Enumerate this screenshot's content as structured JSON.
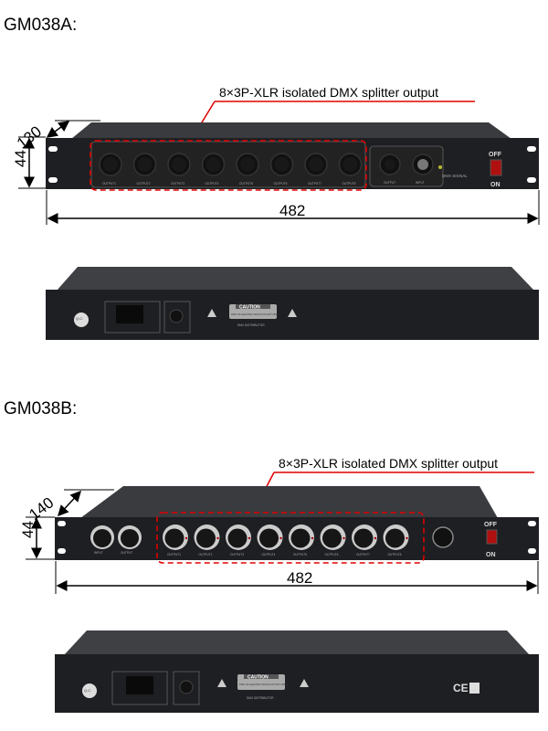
{
  "models": [
    {
      "title": "GM038A:",
      "annotation": "8×3P-XLR isolated DMX splitter output",
      "depth": "130",
      "height": "44",
      "width": "482",
      "front_labels": {
        "outputs": [
          "OUTPUT1",
          "OUTPUT2",
          "OUTPUT3",
          "OUTPUT4",
          "OUTPUT5",
          "OUTPUT6",
          "OUTPUT7",
          "OUTPUT8"
        ],
        "output": "OUTPUT",
        "input": "INPUT",
        "signal": "DMX SIGNAL",
        "off": "OFF",
        "on": "ON"
      },
      "rear_labels": {
        "qc": "Q.C.",
        "caution": "CAUTION",
        "caution_text": "RISK OF ELECTRIC SHOCK DO NOT OPEN",
        "product": "DMX DISTRIBUTOR"
      }
    },
    {
      "title": "GM038B:",
      "annotation": "8×3P-XLR isolated DMX splitter output",
      "depth": "140",
      "height": "44",
      "width": "482",
      "front_labels": {
        "outputs": [
          "OUTPUT1",
          "OUTPUT2",
          "OUTPUT3",
          "OUTPUT4",
          "OUTPUT5",
          "OUTPUT6",
          "OUTPUT7",
          "OUTPUT8"
        ],
        "output": "OUTPUT",
        "input": "INPUT",
        "off": "OFF",
        "on": "ON"
      },
      "rear_labels": {
        "qc": "Q.C.",
        "caution": "CAUTION",
        "caution_text": "RISK OF ELECTRIC SHOCK DO NOT OPEN",
        "product": "DMX DISTRIBUTOR",
        "ce": "CE"
      }
    }
  ],
  "colors": {
    "callout": "#e00000",
    "panel": "#1e1f22",
    "top": "#3a3b3f"
  }
}
